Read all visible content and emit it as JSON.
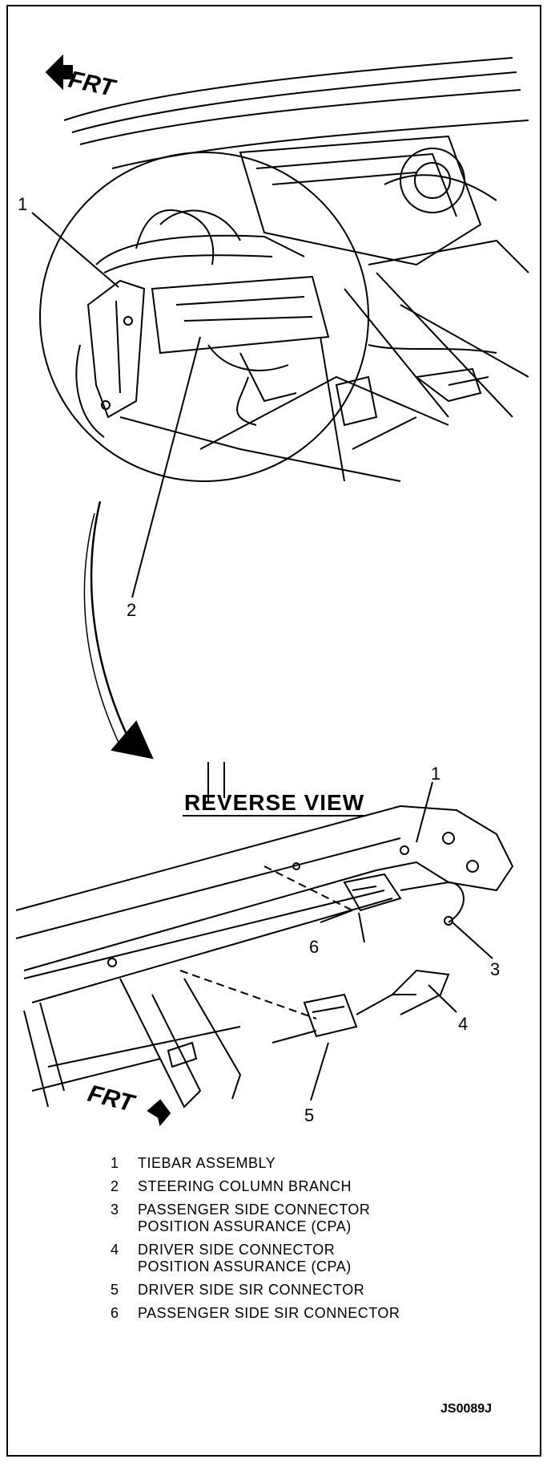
{
  "top_view": {
    "frt_label": "FRT",
    "callouts": [
      "1",
      "2"
    ]
  },
  "reverse_view": {
    "title": "REVERSE VIEW",
    "frt_label": "FRT",
    "callouts": [
      "1",
      "3",
      "4",
      "5",
      "6"
    ]
  },
  "legend": [
    {
      "num": "1",
      "text": "TIEBAR ASSEMBLY"
    },
    {
      "num": "2",
      "text": "STEERING COLUMN BRANCH"
    },
    {
      "num": "3",
      "text": "PASSENGER SIDE CONNECTOR POSITION ASSURANCE (CPA)"
    },
    {
      "num": "4",
      "text": "DRIVER SIDE CONNECTOR POSITION ASSURANCE (CPA)"
    },
    {
      "num": "5",
      "text": "DRIVER SIDE SIR CONNECTOR"
    },
    {
      "num": "6",
      "text": "PASSENGER SIDE SIR CONNECTOR"
    }
  ],
  "figure_code": "JS0089J"
}
